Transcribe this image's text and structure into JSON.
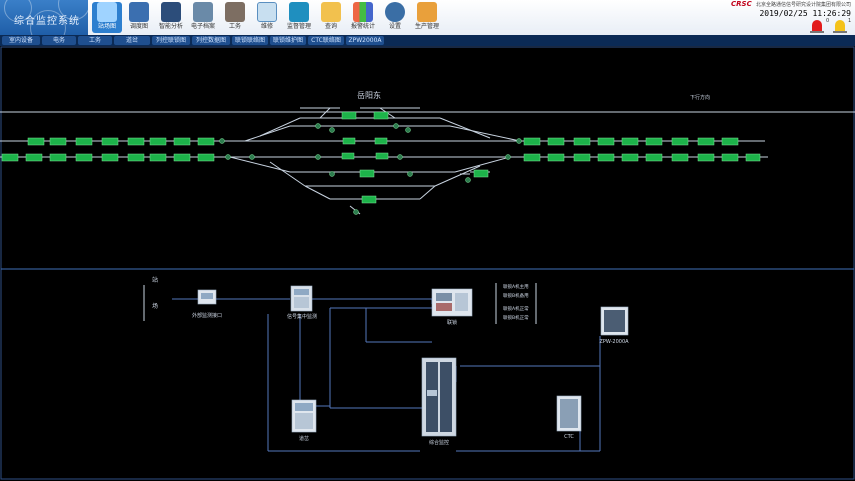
{
  "app": {
    "title": "综合监控系统",
    "brand": "CRSC",
    "company": "北京全路通信信号研究设计院集团有限公司",
    "datetime": "2019/02/25 11:26:29",
    "alarm_counts": [
      "0",
      "1"
    ]
  },
  "toolbar": [
    {
      "label": "站场图"
    },
    {
      "label": "调度图"
    },
    {
      "label": "智能分析"
    },
    {
      "label": "电子档案"
    },
    {
      "label": "工务"
    },
    {
      "label": "维修"
    },
    {
      "label": "监督管理"
    },
    {
      "label": "查询"
    },
    {
      "label": "报警统计"
    },
    {
      "label": "设置"
    },
    {
      "label": "生产管理"
    }
  ],
  "tabs": [
    "室内设备",
    "电务",
    "工务",
    "道岔",
    "列控联锁图",
    "列控数据图",
    "联锁联络图",
    "联锁维护图",
    "CTC联络图",
    "ZPW2000A"
  ],
  "station": {
    "name": "岳阳东",
    "corner_label": "下行方向"
  },
  "network": {
    "left_labels": [
      "站",
      "场"
    ],
    "nodes": {
      "ext": "外部监测接口",
      "mon": "信号集中监测",
      "lk": "联锁",
      "zpw": "ZPW-2000A",
      "zd": "道岔",
      "zh": "综合监控",
      "ctc": "CTC"
    },
    "right_labels": [
      "联锁A机主用",
      "联锁B机备用",
      "联锁A机正常",
      "联锁B机正常"
    ]
  },
  "colors": {
    "track": "#c8d3e0",
    "section": "#1db34a",
    "line": "#5577bb",
    "accent": "#2d7fcf"
  }
}
